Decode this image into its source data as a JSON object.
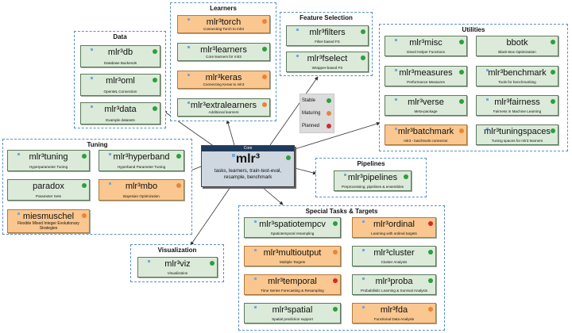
{
  "colors": {
    "stable": "#2e9e3e",
    "maturing": "#e8843a",
    "planned": "#d42a2a",
    "group_border": "#5b8fc7"
  },
  "core": {
    "header": "Core",
    "name": "mlr³",
    "description": "tasks, learners, train-test-eval, resample, benchmark",
    "status": "stable"
  },
  "legend": [
    {
      "label": "Stable",
      "status": "stable"
    },
    {
      "label": "Maturing",
      "status": "maturing"
    },
    {
      "label": "Planned",
      "status": "planned"
    }
  ],
  "groups": {
    "data": {
      "title": "Data",
      "packages": [
        {
          "name": "mlr³db",
          "desc": "Database Backends",
          "status": "stable"
        },
        {
          "name": "mlr³oml",
          "desc": "OpenML Connection",
          "status": "stable"
        },
        {
          "name": "mlr³data",
          "desc": "Example datasets",
          "status": "stable"
        }
      ]
    },
    "learners": {
      "title": "Learners",
      "packages": [
        {
          "name": "mlr³torch",
          "desc": "Connecting Torch to mlr3",
          "status": "maturing"
        },
        {
          "name": "mlr³learners",
          "desc": "Core learners for mlr3",
          "status": "stable"
        },
        {
          "name": "mlr³keras",
          "desc": "Connecting Keras to mlr3",
          "status": "maturing"
        },
        {
          "name": "mlr³extralearners",
          "desc": "Additional learners",
          "status": "maturing"
        }
      ]
    },
    "feature": {
      "title": "Feature Selection",
      "packages": [
        {
          "name": "mlr³filters",
          "desc": "Filter-based FS",
          "status": "stable"
        },
        {
          "name": "mlr³fselect",
          "desc": "Wrapper-based FS",
          "status": "stable"
        }
      ]
    },
    "utilities": {
      "title": "Utilities",
      "packages": [
        {
          "name": "mlr³misc",
          "desc": "Devel Helper Functions",
          "status": "stable"
        },
        {
          "name": "bbotk",
          "desc": "Black-Box Optimization",
          "status": "stable"
        },
        {
          "name": "mlr³measures",
          "desc": "Performance Measures",
          "status": "stable"
        },
        {
          "name": "mlr³benchmark",
          "desc": "Tools for benchmarking",
          "status": "stable"
        },
        {
          "name": "mlr³verse",
          "desc": "Meta-package",
          "status": "stable"
        },
        {
          "name": "mlr³fairness",
          "desc": "Fairness in Machine Learning",
          "status": "stable"
        },
        {
          "name": "mlr³batchmark",
          "desc": "mlr3 - batchtools connector",
          "status": "maturing"
        },
        {
          "name": "mlr³tuningspaces",
          "desc": "Tuning spaces for mlr3 learners",
          "status": "stable"
        }
      ]
    },
    "tuning": {
      "title": "Tuning",
      "packages": [
        {
          "name": "mlr³tuning",
          "desc": "Hyperparameter Tuning",
          "status": "stable"
        },
        {
          "name": "mlr³hyperband",
          "desc": "Hyperband Parameter Tuning",
          "status": "stable"
        },
        {
          "name": "paradox",
          "desc": "Parameter Sets",
          "status": "stable"
        },
        {
          "name": "mlr³mbo",
          "desc": "Bayesian Optimization",
          "status": "maturing"
        },
        {
          "name": "miesmuschel",
          "desc": "Flexible Mixed Integer Evolutionary Strategies",
          "status": "maturing"
        }
      ]
    },
    "pipelines": {
      "title": "Pipelines",
      "packages": [
        {
          "name": "mlr³pipelines",
          "desc": "Preprocessing, pipelines & ensembles",
          "status": "stable"
        }
      ]
    },
    "visualization": {
      "title": "Visualization",
      "packages": [
        {
          "name": "mlr³viz",
          "desc": "Visualization",
          "status": "stable"
        }
      ]
    },
    "special": {
      "title": "Special Tasks & Targets",
      "packages": [
        {
          "name": "mlr³spatiotempcv",
          "desc": "Spatiotemporal resampling",
          "status": "stable"
        },
        {
          "name": "mlr³ordinal",
          "desc": "Learning with ordinal targets",
          "status": "planned"
        },
        {
          "name": "mlr³multioutput",
          "desc": "Multiple Targets",
          "status": "maturing"
        },
        {
          "name": "mlr³cluster",
          "desc": "Cluster Analysis",
          "status": "stable"
        },
        {
          "name": "mlr³temporal",
          "desc": "Time Series Forecasting & Resampling",
          "status": "planned"
        },
        {
          "name": "mlr³proba",
          "desc": "Probabilistic Learning & Survival Analysis",
          "status": "stable"
        },
        {
          "name": "mlr³spatial",
          "desc": "Spatial prediction support",
          "status": "stable"
        },
        {
          "name": "mlr³fda",
          "desc": "Functional Data Analysis",
          "status": "maturing"
        }
      ]
    }
  }
}
